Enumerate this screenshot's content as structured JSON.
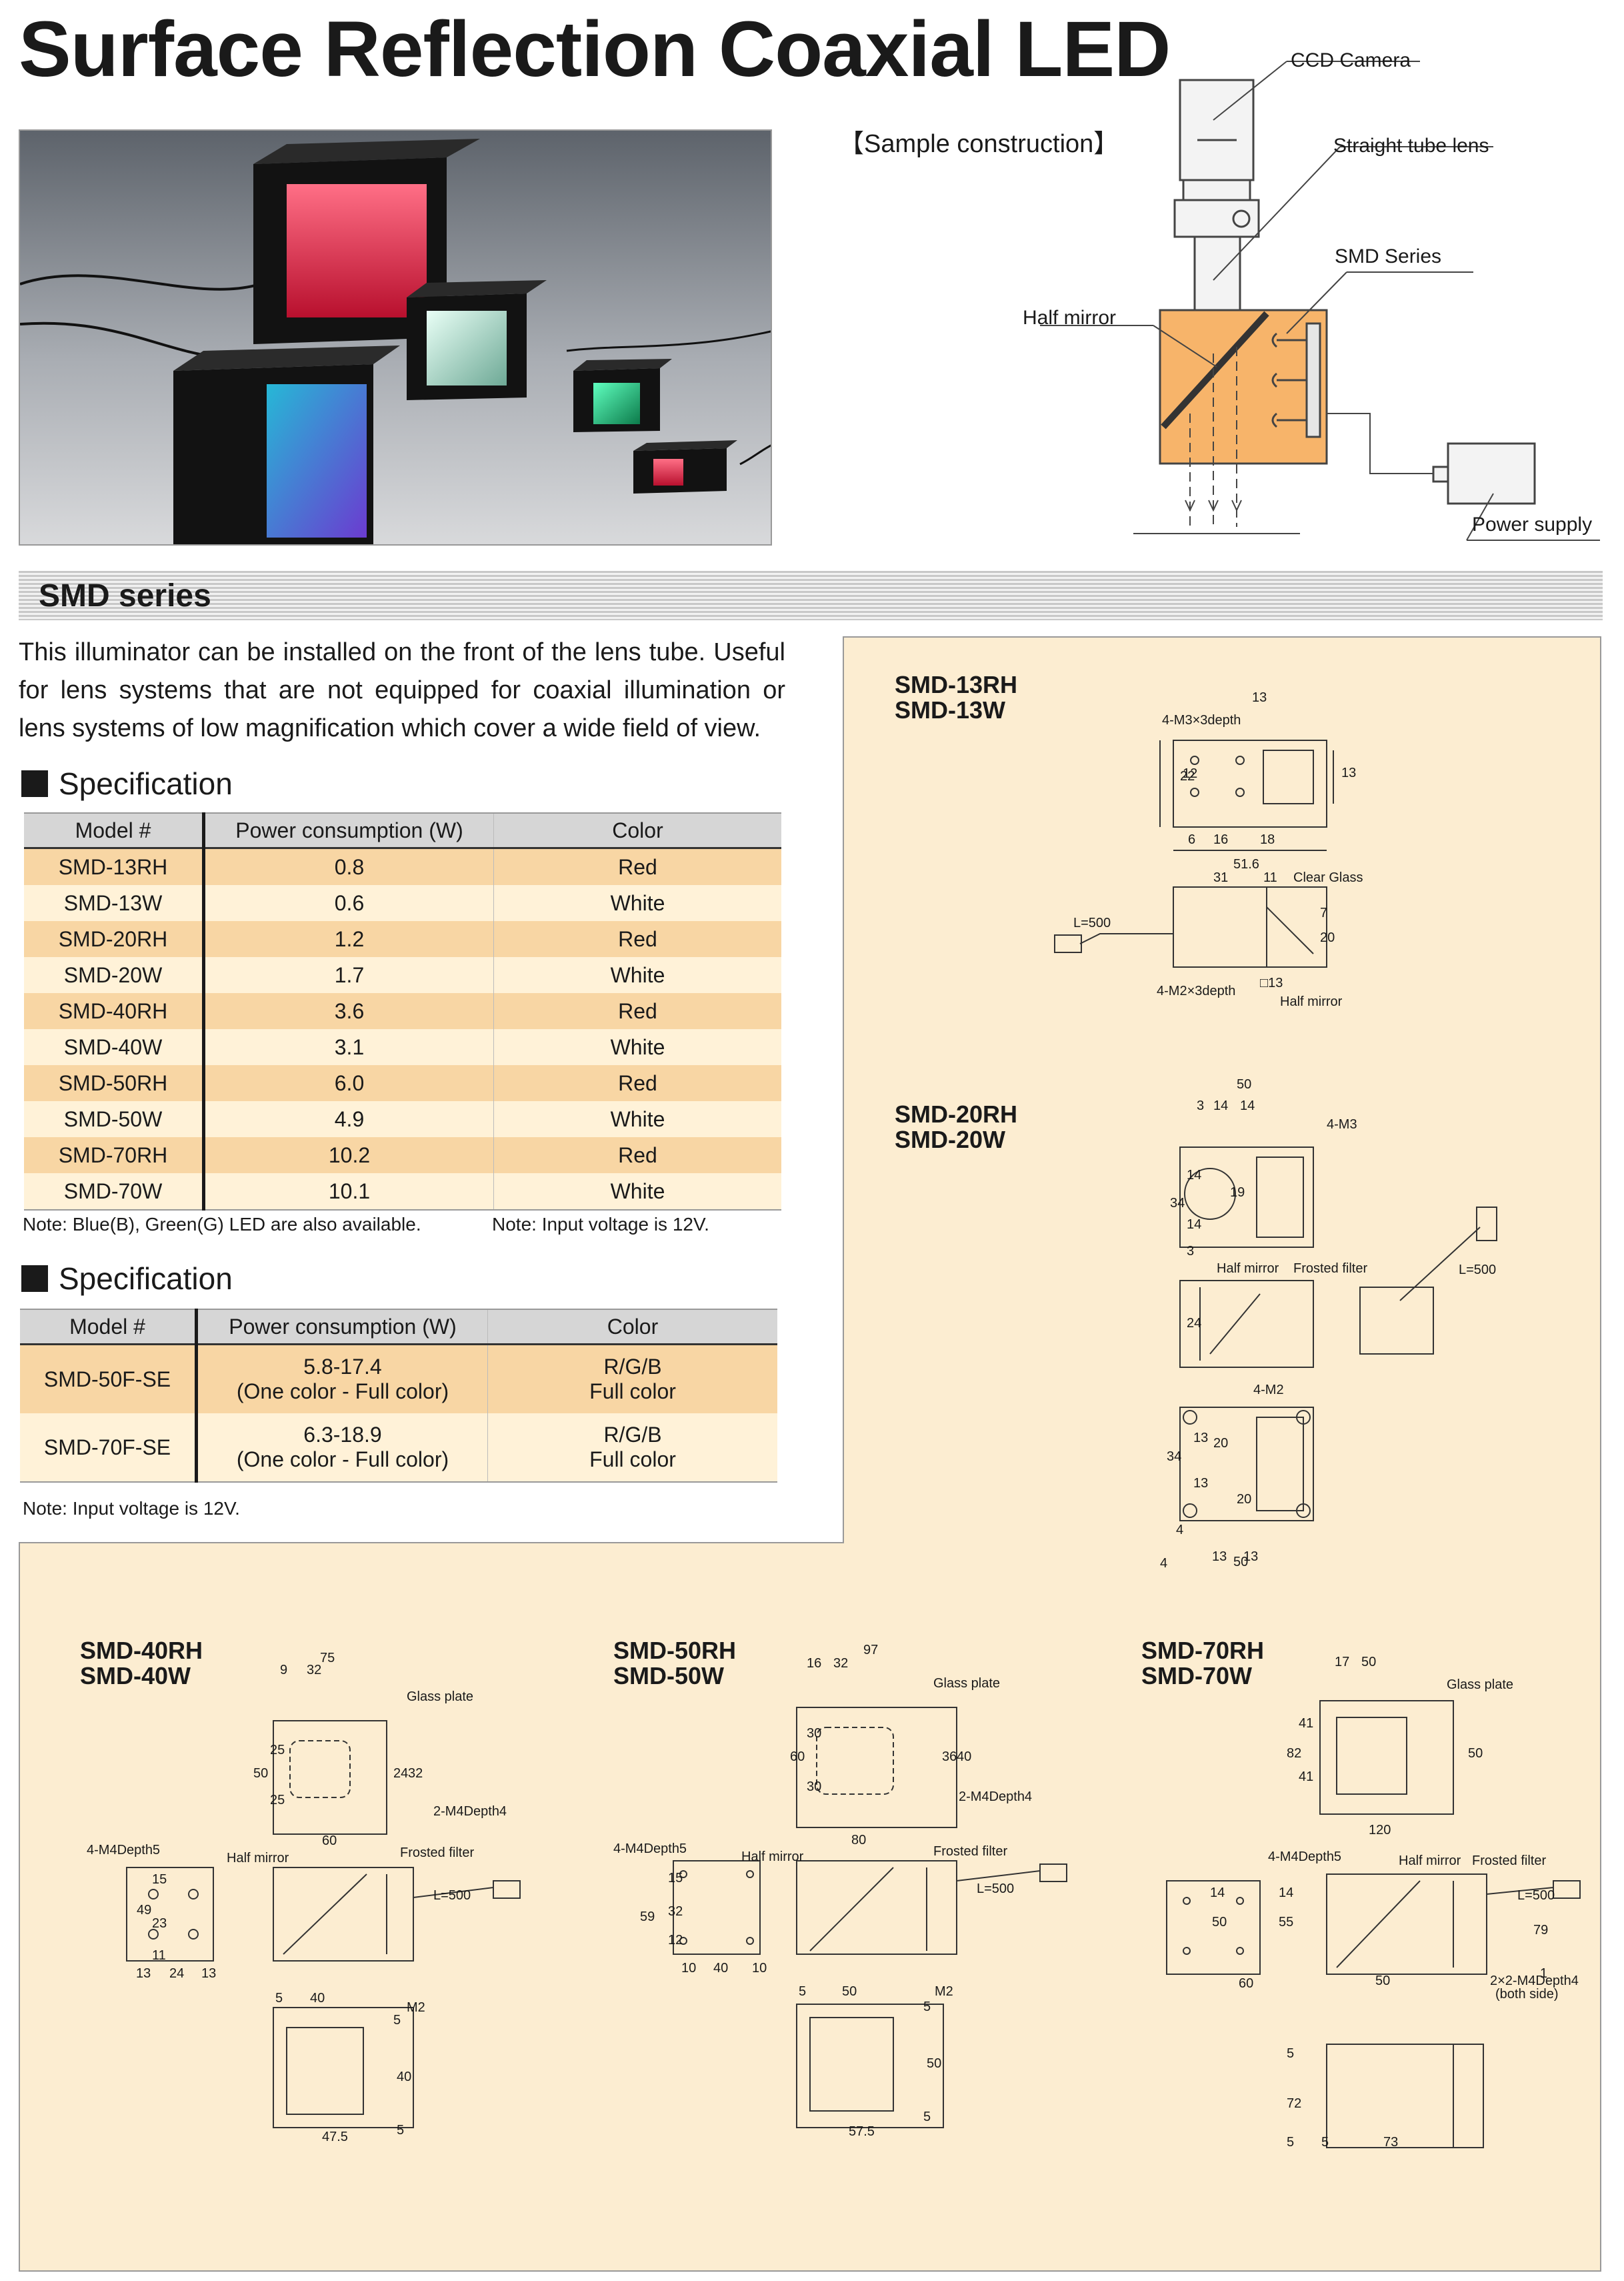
{
  "title": "Surface Reflection Coaxial LED",
  "sample_construction": {
    "label": "【Sample construction】",
    "ccd_camera": "CCD Camera",
    "straight_tube_lens": "Straight tube lens",
    "smd_series": "SMD Series",
    "half_mirror": "Half mirror",
    "power_supply": "Power supply"
  },
  "section_title": "SMD series",
  "intro": "This illuminator can be installed on the front of the lens tube. Useful for lens systems that are not equipped for coaxial illumination or lens systems of low magnification which cover a wide field of view.",
  "spec1": {
    "heading": "Specification",
    "headers": [
      "Model #",
      "Power consumption (W)",
      "Color"
    ],
    "rows": [
      [
        "SMD-13RH",
        "0.8",
        "Red"
      ],
      [
        "SMD-13W",
        "0.6",
        "White"
      ],
      [
        "SMD-20RH",
        "1.2",
        "Red"
      ],
      [
        "SMD-20W",
        "1.7",
        "White"
      ],
      [
        "SMD-40RH",
        "3.6",
        "Red"
      ],
      [
        "SMD-40W",
        "3.1",
        "White"
      ],
      [
        "SMD-50RH",
        "6.0",
        "Red"
      ],
      [
        "SMD-50W",
        "4.9",
        "White"
      ],
      [
        "SMD-70RH",
        "10.2",
        "Red"
      ],
      [
        "SMD-70W",
        "10.1",
        "White"
      ]
    ],
    "note_left": "Note: Blue(B), Green(G) LED are also available.",
    "note_right": "Note: Input voltage is 12V."
  },
  "spec2": {
    "heading": "Specification",
    "headers": [
      "Model #",
      "Power consumption (W)",
      "Color"
    ],
    "rows": [
      [
        "SMD-50F-SE",
        "5.8-17.4",
        "(One color - Full color)",
        "R/G/B",
        "Full color"
      ],
      [
        "SMD-70F-SE",
        "6.3-18.9",
        "(One color - Full color)",
        "R/G/B",
        "Full color"
      ]
    ],
    "note": "Note: Input voltage is 12V."
  },
  "drawings": {
    "d13": {
      "model_a": "SMD-13RH",
      "model_b": "SMD-13W",
      "dims": [
        "13",
        "4-M3×3depth",
        "22",
        "12",
        "13",
        "6",
        "16",
        "18",
        "51.6",
        "31",
        "11",
        "Clear Glass",
        "L=500",
        "7",
        "20",
        "4-M2×3depth",
        "□13",
        "Half mirror"
      ]
    },
    "d20": {
      "model_a": "SMD-20RH",
      "model_b": "SMD-20W",
      "dims": [
        "50",
        "3",
        "14",
        "14",
        "4-M3",
        "34",
        "14",
        "14",
        "3",
        "19",
        "Half mirror",
        "Frosted filter",
        "L=500",
        "24",
        "4-M2",
        "34",
        "13",
        "13",
        "20",
        "4",
        "20",
        "4",
        "13",
        "13",
        "50"
      ]
    },
    "d40": {
      "model_a": "SMD-40RH",
      "model_b": "SMD-40W",
      "dims": [
        "75",
        "9",
        "32",
        "Glass plate",
        "50",
        "25",
        "25",
        "24",
        "32",
        "2-M4Depth4",
        "60",
        "4-M4Depth5",
        "Half mirror",
        "Frosted filter",
        "49",
        "15",
        "23",
        "11",
        "13",
        "24",
        "13",
        "L=500",
        "5",
        "40",
        "M2",
        "5",
        "40",
        "5",
        "47.5"
      ]
    },
    "d50": {
      "model_a": "SMD-50RH",
      "model_b": "SMD-50W",
      "dims": [
        "97",
        "16",
        "32",
        "Glass plate",
        "60",
        "30",
        "30",
        "36",
        "40",
        "2-M4Depth4",
        "80",
        "4-M4Depth5",
        "Half mirror",
        "Frosted filter",
        "59",
        "15",
        "32",
        "12",
        "10",
        "40",
        "10",
        "L=500",
        "5",
        "50",
        "M2",
        "5",
        "50",
        "5",
        "57.5"
      ]
    },
    "d70": {
      "model_a": "SMD-70RH",
      "model_b": "SMD-70W",
      "dims": [
        "17",
        "50",
        "Glass plate",
        "82",
        "41",
        "41",
        "50",
        "120",
        "4-M4Depth5",
        "Half mirror",
        "Frosted filter",
        "50",
        "14",
        "55",
        "14",
        "79",
        "L=500",
        "60",
        "50",
        "1",
        "2×2-M4Depth4",
        "(both side)",
        "5",
        "72",
        "5",
        "5",
        "73"
      ]
    }
  },
  "colors": {
    "panel_bg": "#fcedd1",
    "row_orange": "#f8d6a4",
    "row_light": "#fff2d8",
    "header_gray": "#d6d6d6",
    "diagram_orange": "#f7b46a"
  }
}
